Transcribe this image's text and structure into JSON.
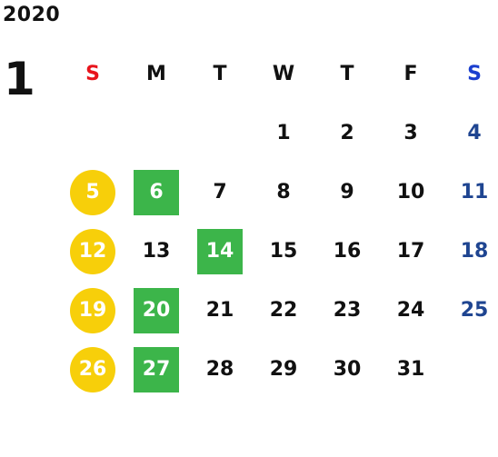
{
  "year": "2020",
  "month": "1",
  "weekdays": [
    {
      "label": "S",
      "kind": "sun"
    },
    {
      "label": "M",
      "kind": "weekday"
    },
    {
      "label": "T",
      "kind": "weekday"
    },
    {
      "label": "W",
      "kind": "weekday"
    },
    {
      "label": "T",
      "kind": "weekday"
    },
    {
      "label": "F",
      "kind": "weekday"
    },
    {
      "label": "S",
      "kind": "sat"
    }
  ],
  "weeks": [
    [
      null,
      null,
      null,
      "1",
      "2",
      "3",
      "4"
    ],
    [
      "5",
      "6",
      "7",
      "8",
      "9",
      "10",
      "11"
    ],
    [
      "12",
      "13",
      "14",
      "15",
      "16",
      "17",
      "18"
    ],
    [
      "19",
      "20",
      "21",
      "22",
      "23",
      "24",
      "25"
    ],
    [
      "26",
      "27",
      "28",
      "29",
      "30",
      "31",
      null
    ]
  ],
  "circled_days": [
    "5",
    "12",
    "19",
    "26"
  ],
  "boxed_days": [
    "6",
    "14",
    "20",
    "27"
  ],
  "colors": {
    "sunday_label": "#e8141c",
    "saturday_label": "#1b3fcf",
    "saturday_day": "#1f4591",
    "circle_fill": "#f7cf0a",
    "box_fill": "#3cb54a",
    "text": "#111111"
  }
}
